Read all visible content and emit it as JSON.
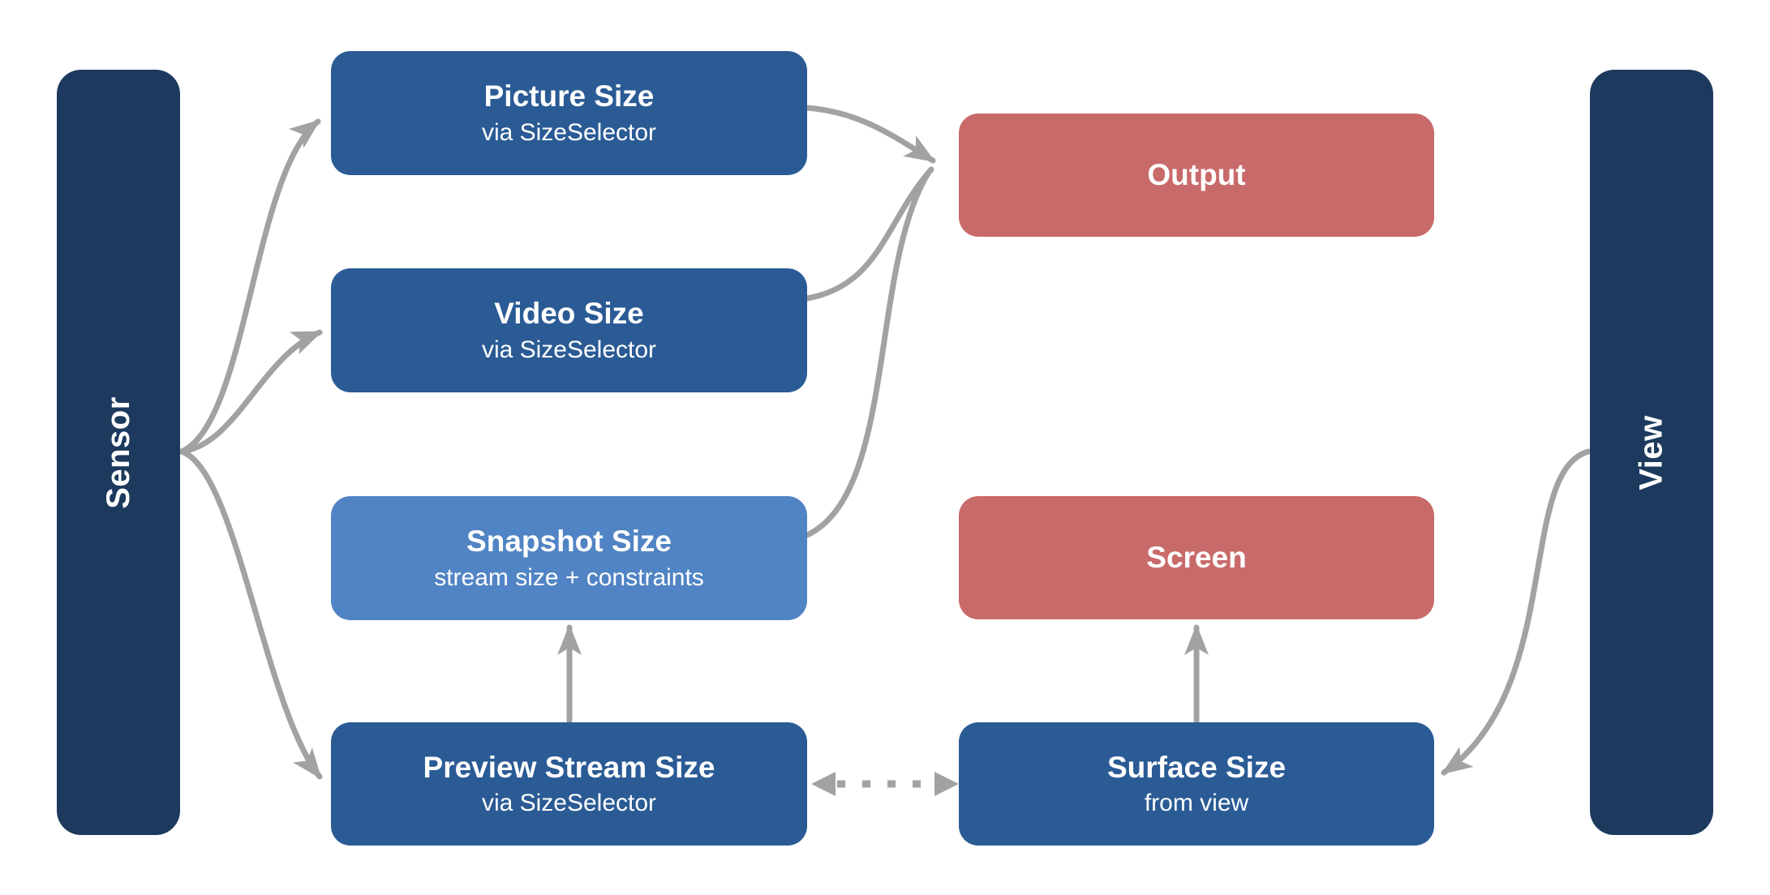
{
  "rails": {
    "sensor": {
      "label": "Sensor"
    },
    "view": {
      "label": "View"
    }
  },
  "nodes": {
    "picture": {
      "title": "Picture Size",
      "subtitle": "via SizeSelector"
    },
    "video": {
      "title": "Video Size",
      "subtitle": "via SizeSelector"
    },
    "snapshot": {
      "title": "Snapshot Size",
      "subtitle": "stream size + constraints"
    },
    "preview": {
      "title": "Preview Stream Size",
      "subtitle": "via SizeSelector"
    },
    "output": {
      "title": "Output"
    },
    "screen": {
      "title": "Screen"
    },
    "surface": {
      "title": "Surface Size",
      "subtitle": "from view"
    }
  },
  "colors": {
    "rail_navy": "#1d3a5e",
    "node_blue": "#2b5b95",
    "node_light_blue": "#5184c4",
    "node_red": "#c96a6a",
    "arrow_gray": "#a2a2a2",
    "text_white": "#ffffff"
  },
  "edges": [
    {
      "from": "Sensor",
      "to": "Picture Size",
      "style": "solid",
      "direction": "forward"
    },
    {
      "from": "Sensor",
      "to": "Video Size",
      "style": "solid",
      "direction": "forward"
    },
    {
      "from": "Sensor",
      "to": "Preview Stream Size",
      "style": "solid",
      "direction": "forward"
    },
    {
      "from": "Picture Size",
      "to": "Output",
      "style": "solid",
      "direction": "forward"
    },
    {
      "from": "Video Size",
      "to": "Output",
      "style": "solid",
      "direction": "forward"
    },
    {
      "from": "Snapshot Size",
      "to": "Output",
      "style": "solid",
      "direction": "forward"
    },
    {
      "from": "Preview Stream Size",
      "to": "Snapshot Size",
      "style": "solid",
      "direction": "forward"
    },
    {
      "from": "Surface Size",
      "to": "Screen",
      "style": "solid",
      "direction": "forward"
    },
    {
      "from": "Preview Stream Size",
      "to": "Surface Size",
      "style": "dotted",
      "direction": "both"
    },
    {
      "from": "View",
      "to": "Surface Size",
      "style": "solid",
      "direction": "forward"
    }
  ]
}
